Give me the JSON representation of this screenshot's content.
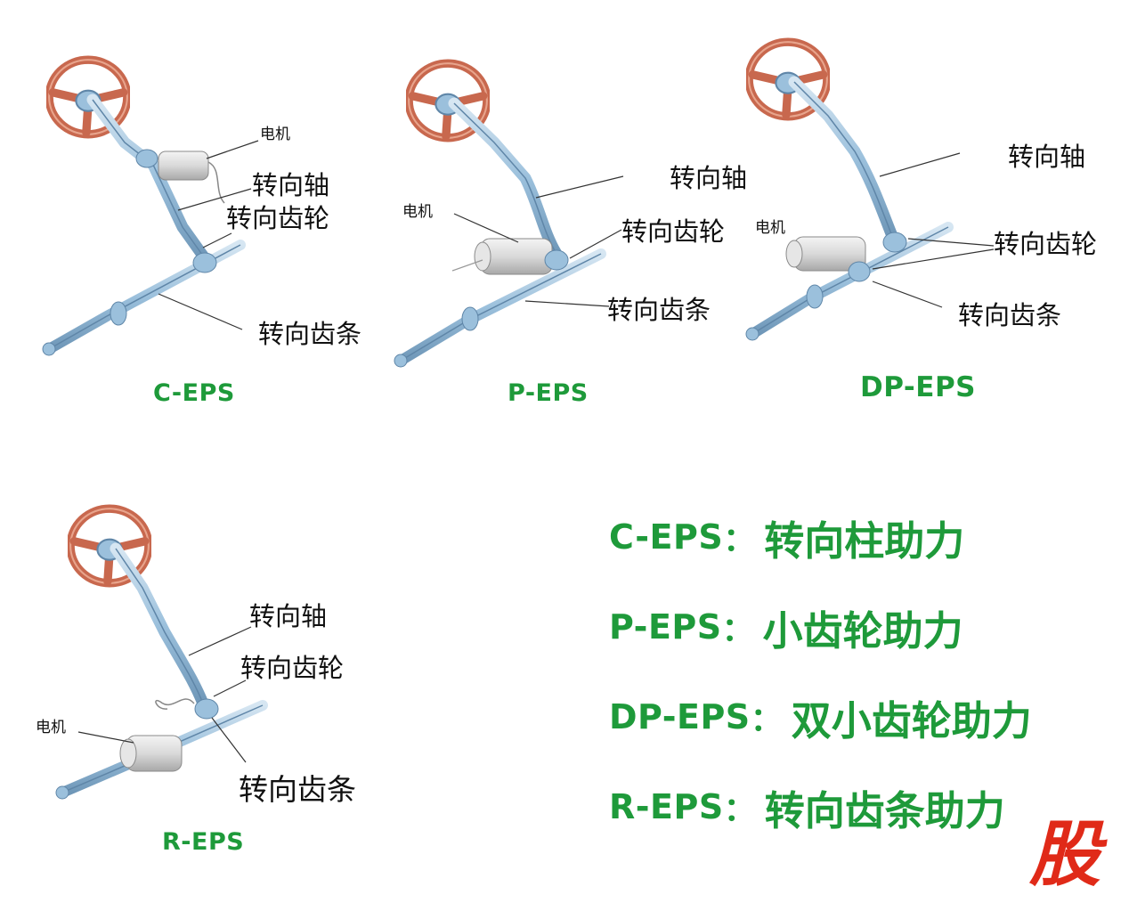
{
  "colors": {
    "title_green": "#1e9a3a",
    "wheel_red": "#c8684e",
    "shaft_blue": "#9bc0dc",
    "motor_gray": "#d9d9d9",
    "stamp_red": "#e02a18"
  },
  "panels": {
    "c_eps": {
      "title": "C-EPS",
      "motor": "电机",
      "shaft": "转向轴",
      "pinion": "转向齿轮",
      "rack": "转向齿条"
    },
    "p_eps": {
      "title": "P-EPS",
      "motor": "电机",
      "shaft": "转向轴",
      "pinion": "转向齿轮",
      "rack": "转向齿条"
    },
    "dp_eps": {
      "title": "DP-EPS",
      "motor": "电机",
      "shaft": "转向轴",
      "pinion": "转向齿轮",
      "rack": "转向齿条"
    },
    "r_eps": {
      "title": "R-EPS",
      "motor": "电机",
      "shaft": "转向轴",
      "pinion": "转向齿轮",
      "rack": "转向齿条"
    }
  },
  "legend": [
    {
      "key": "C-EPS",
      "sep": "：",
      "value": "转向柱助力"
    },
    {
      "key": "P-EPS",
      "sep": "：",
      "value": "小齿轮助力"
    },
    {
      "key": "DP-EPS",
      "sep": "：",
      "value": "双小齿轮助力"
    },
    {
      "key": "R-EPS",
      "sep": "：",
      "value": "转向齿条助力"
    }
  ],
  "stamp": "股"
}
